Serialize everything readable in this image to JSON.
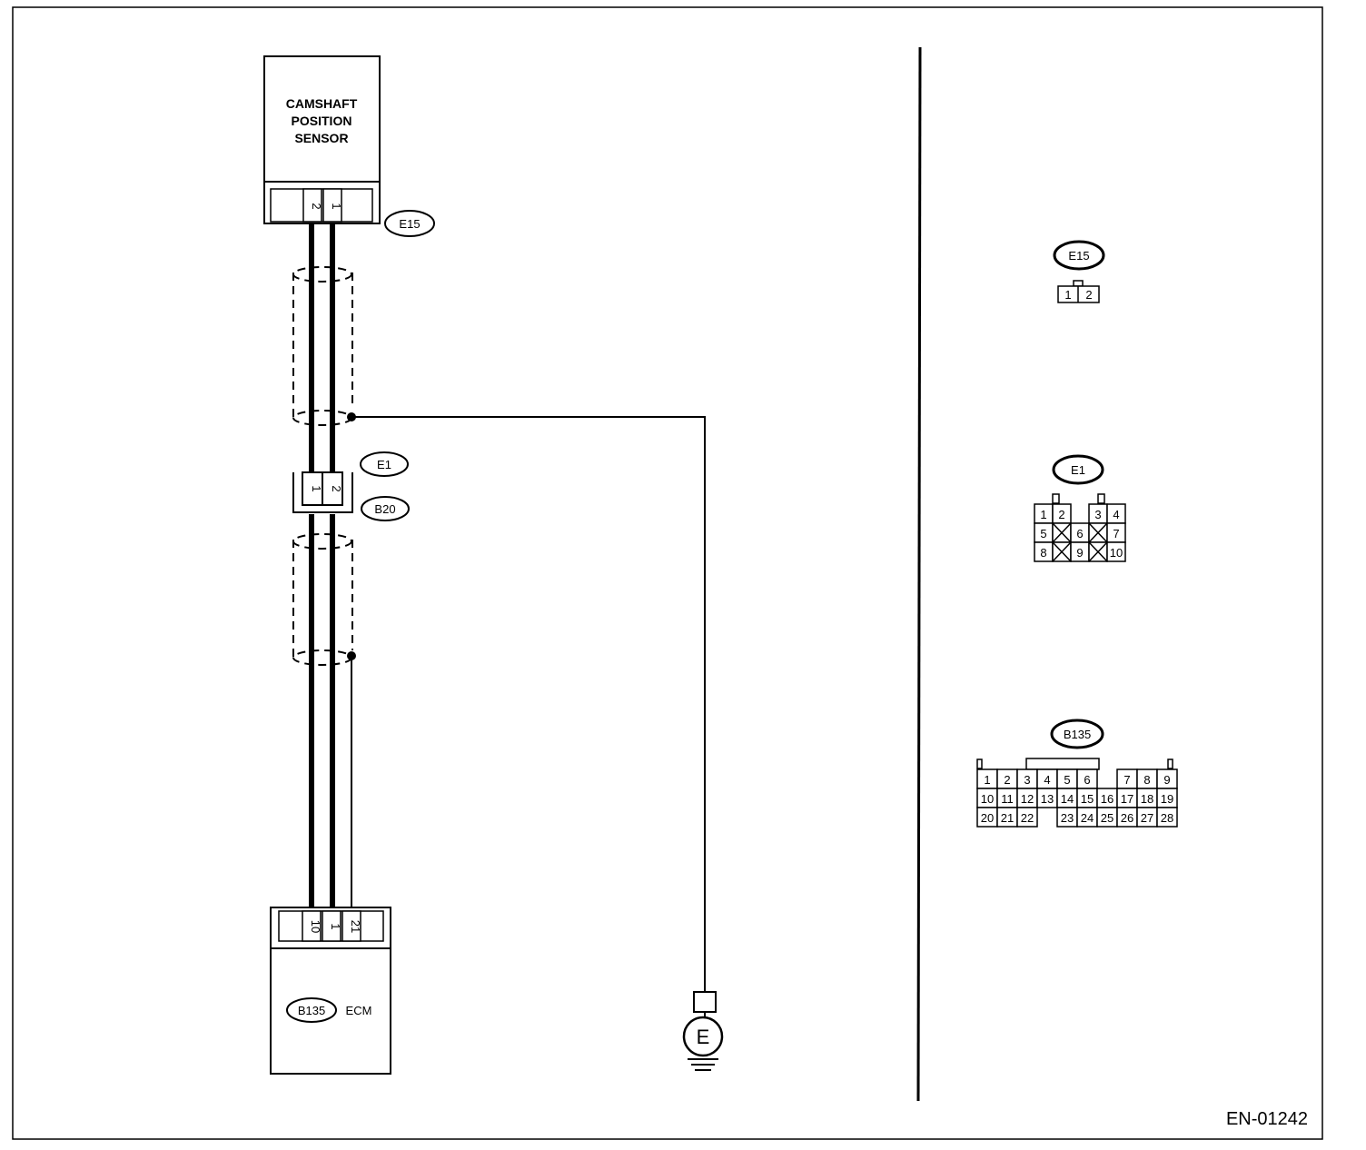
{
  "sensor": {
    "line1": "CAMSHAFT",
    "line2": "POSITION",
    "line3": "SENSOR",
    "connector": "E15",
    "pin_left": "2",
    "pin_right": "1"
  },
  "junction": {
    "connector_top": "E1",
    "connector_bottom": "B20",
    "pin_left": "1",
    "pin_right": "2"
  },
  "ecm": {
    "connector": "B135",
    "label": "ECM",
    "pin_a": "10",
    "pin_b": "1",
    "pin_c": "21"
  },
  "ground": {
    "label": "E"
  },
  "views": {
    "e15": {
      "label": "E15",
      "pins": [
        "1",
        "2"
      ]
    },
    "e1": {
      "label": "E1",
      "rows": [
        [
          "1",
          "2",
          "",
          "3",
          "4"
        ],
        [
          "5",
          "X",
          "6",
          "X",
          "7"
        ],
        [
          "8",
          "X",
          "9",
          "X",
          "10"
        ]
      ]
    },
    "b135": {
      "label": "B135",
      "rows": [
        [
          "1",
          "2",
          "3",
          "4",
          "5",
          "6",
          "",
          "7",
          "8",
          "9"
        ],
        [
          "10",
          "11",
          "12",
          "13",
          "14",
          "15",
          "16",
          "17",
          "18",
          "19"
        ],
        [
          "20",
          "21",
          "22",
          "",
          "23",
          "24",
          "25",
          "26",
          "27",
          "28"
        ]
      ]
    }
  },
  "diagram_code": "EN-01242"
}
